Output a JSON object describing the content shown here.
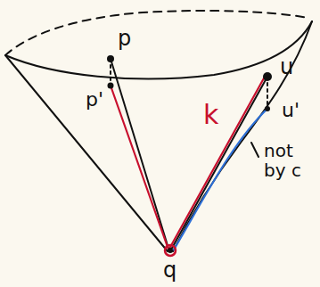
{
  "diagram": {
    "labels": [
      "p",
      "p'",
      "u",
      "u'",
      "k",
      "q",
      "not by c"
    ]
  }
}
